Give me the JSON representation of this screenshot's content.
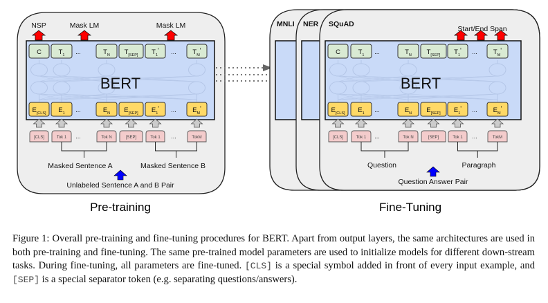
{
  "pretraining": {
    "title": "Pre-training",
    "model_label": "BERT",
    "heads": [
      "NSP",
      "Mask LM",
      "Mask LM"
    ],
    "outputs": [
      {
        "main": "C",
        "sub": ""
      },
      {
        "main": "T",
        "sub": "1"
      },
      {
        "main": "T",
        "sub": "N"
      },
      {
        "main": "T",
        "sub": "[SEP]"
      },
      {
        "main": "T",
        "sub": "1",
        "prime": "'"
      },
      {
        "main": "T",
        "sub": "M",
        "prime": "'"
      }
    ],
    "embeddings": [
      {
        "main": "E",
        "sub": "[CLS]"
      },
      {
        "main": "E",
        "sub": "1"
      },
      {
        "main": "E",
        "sub": "N"
      },
      {
        "main": "E",
        "sub": "[SEP]"
      },
      {
        "main": "E",
        "sub": "1",
        "prime": "'"
      },
      {
        "main": "E",
        "sub": "M",
        "prime": "'"
      }
    ],
    "tokens": [
      "[CLS]",
      "Tok 1",
      "Tok N",
      "[SEP]",
      "Tok 1",
      "TokM"
    ],
    "ellipsis": "...",
    "segment_a": "Masked Sentence A",
    "segment_b": "Masked Sentence B",
    "input_label": "Unlabeled Sentence A and B Pair"
  },
  "finetuning": {
    "title": "Fine-Tuning",
    "model_label": "BERT",
    "tasks": [
      "MNLI",
      "NER",
      "SQuAD"
    ],
    "head": "Start/End Span",
    "outputs": [
      {
        "main": "C",
        "sub": ""
      },
      {
        "main": "T",
        "sub": "1"
      },
      {
        "main": "T",
        "sub": "N"
      },
      {
        "main": "T",
        "sub": "[SEP]"
      },
      {
        "main": "T",
        "sub": "1",
        "prime": "'"
      },
      {
        "main": "T",
        "sub": "M",
        "prime": "'"
      }
    ],
    "embeddings": [
      {
        "main": "E",
        "sub": "[CLS]"
      },
      {
        "main": "E",
        "sub": "1"
      },
      {
        "main": "E",
        "sub": "N"
      },
      {
        "main": "E",
        "sub": "[SEP]"
      },
      {
        "main": "E",
        "sub": "1",
        "prime": "'"
      },
      {
        "main": "E",
        "sub": "M",
        "prime": "'"
      }
    ],
    "tokens": [
      "[CLS]",
      "Tok 1",
      "Tok N",
      "[SEP]",
      "Tok 1",
      "TokM"
    ],
    "ellipsis": "...",
    "segment_a": "Question",
    "segment_b": "Paragraph",
    "input_label": "Question Answer Pair"
  },
  "colors": {
    "panel_bg": "#eeeeee",
    "bert_bg": "#c9daf8",
    "output_box": "#d9ead3",
    "embedding_box": "#ffd966",
    "token_box": "#f4cccc",
    "head_arrow": "#ff0000",
    "input_arrow": "#0000ff",
    "up_arrow": "#cccccc",
    "transfer_arrow": "#666666"
  },
  "caption": {
    "part1": "Figure 1: Overall pre-training and fine-tuning procedures for BERT. Apart from output layers, the same architectures are used in both pre-training and fine-tuning. The same pre-trained model parameters are used to initialize models for different down-stream tasks. During fine-tuning, all parameters are fine-tuned. ",
    "cls": "[CLS]",
    "part2": " is a special symbol added in front of every input example, and ",
    "sep": "[SEP]",
    "part3": " is a special separator token (e.g. separating questions/answers)."
  }
}
